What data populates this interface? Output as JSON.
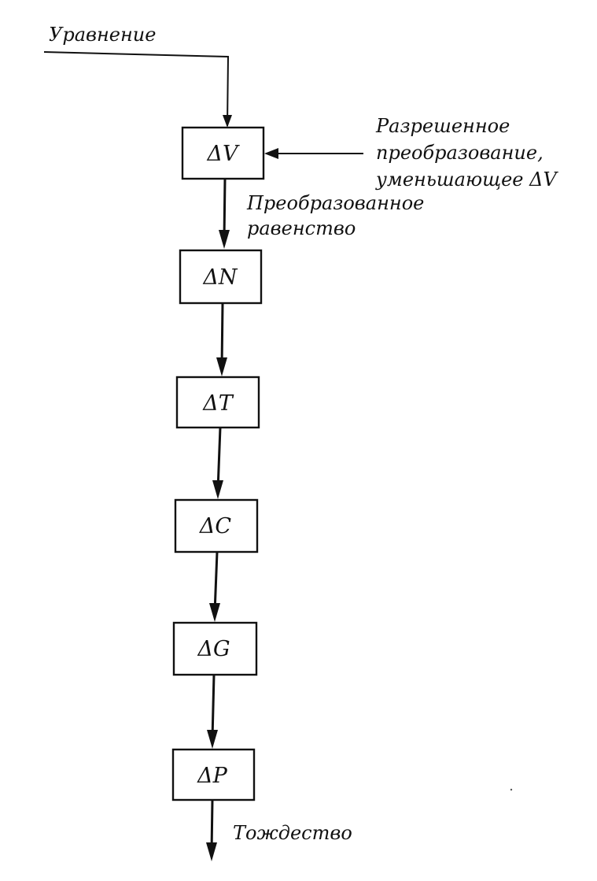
{
  "diagram": {
    "input_label": "Уравнение",
    "side_note": [
      "Разрешенное",
      "преобразование,",
      "уменьшающее ΔV"
    ],
    "edge_label": [
      "Преобразованное",
      "равенство"
    ],
    "output_label": "Тождество",
    "boxes": [
      {
        "id": "dv",
        "label": "ΔV"
      },
      {
        "id": "dn",
        "label": "ΔN"
      },
      {
        "id": "dt",
        "label": "ΔT"
      },
      {
        "id": "dc",
        "label": "ΔC"
      },
      {
        "id": "dg",
        "label": "ΔG"
      },
      {
        "id": "dp",
        "label": "ΔP"
      }
    ]
  }
}
